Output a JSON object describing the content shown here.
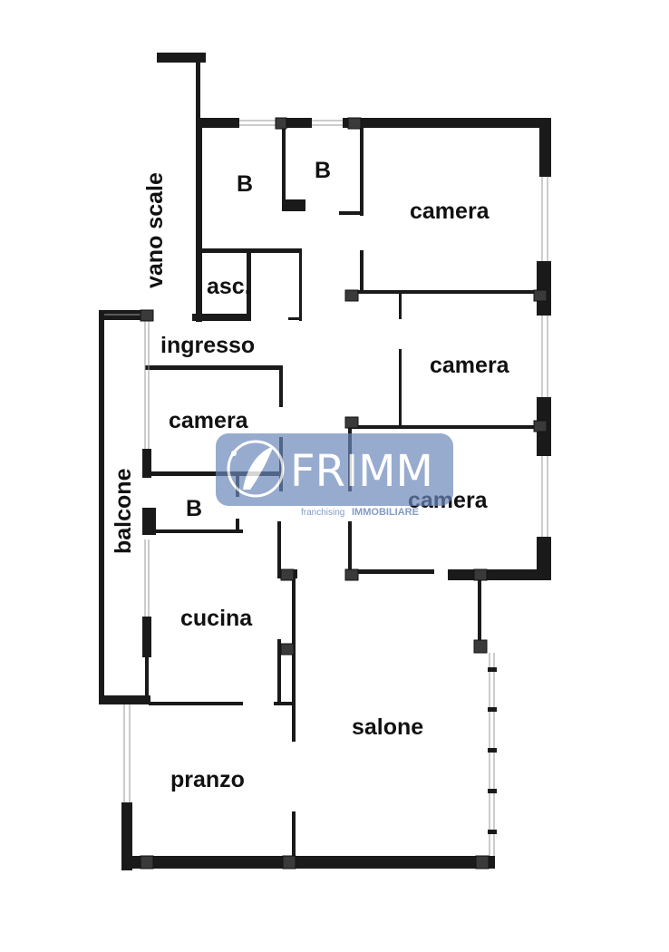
{
  "rooms": {
    "vano_scale": "vano scale",
    "bath_1": "B",
    "bath_2": "B",
    "camera_1": "camera",
    "asc": "asc.",
    "ingresso": "ingresso",
    "camera_2": "camera",
    "camera_3": "camera",
    "camera_4": "camera",
    "balcone": "balcone",
    "bath_3": "B",
    "cucina": "cucina",
    "salone": "salone",
    "pranzo": "pranzo"
  },
  "watermark": {
    "brand": "FRIMM",
    "tagline_prefix": "franchising",
    "tagline": "IMMOBILIARE",
    "color": "#6a86b8"
  },
  "colors": {
    "wall": "#1a1a1a",
    "background": "#ffffff"
  }
}
